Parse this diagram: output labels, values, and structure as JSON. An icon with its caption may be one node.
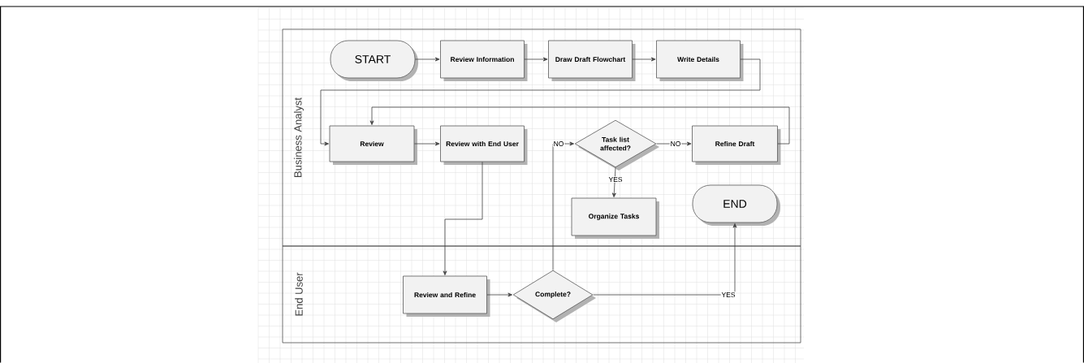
{
  "diagram": {
    "nodes": [
      {
        "text": [
          "Business Analyst"
        ]
      },
      {
        "text": [
          "START"
        ],
        "in": 0
      },
      {
        "text": [
          "Review Information"
        ],
        "in": 0
      },
      {
        "text": [
          "Draw Draft Flowchart"
        ],
        "in": 0
      },
      {
        "text": [
          "Write Details"
        ],
        "in": 0
      },
      {
        "text": [
          "Review"
        ],
        "in": 0
      },
      {
        "text": [
          "Review with End User"
        ],
        "in": 0
      },
      {
        "text": [
          "Task list affected?"
        ],
        "in": 0
      },
      {
        "text": [
          "Refine Draft"
        ],
        "in": 0
      },
      {
        "text": [
          "Organize Tasks"
        ],
        "in": 0
      },
      {
        "text": [
          "END"
        ],
        "in": 0
      },
      {
        "text": [
          "End User"
        ]
      },
      {
        "text": [
          "Review and Refine"
        ],
        "in": 11
      },
      {
        "text": [
          "Complete?"
        ],
        "in": 11
      }
    ],
    "edges": [
      {
        "from": 1,
        "to": 2,
        "arrow": "to"
      },
      {
        "from": 2,
        "to": 3,
        "arrow": "to"
      },
      {
        "from": 3,
        "to": 4,
        "arrow": "to"
      },
      {
        "from": 4,
        "to": 5,
        "arrow": "to"
      },
      {
        "from": 5,
        "to": 6,
        "arrow": "to"
      },
      {
        "from": 6,
        "to": 12,
        "arrow": "to"
      },
      {
        "from": 12,
        "to": 13,
        "arrow": "to"
      },
      {
        "from": 13,
        "to": 7,
        "arrow": "to",
        "label": "NO"
      },
      {
        "from": 7,
        "to": 8,
        "arrow": "to",
        "label": "NO"
      },
      {
        "from": 7,
        "to": 9,
        "arrow": "to",
        "label": "YES"
      },
      {
        "from": 8,
        "to": 5,
        "arrow": "to"
      },
      {
        "from": 13,
        "to": 10,
        "arrow": "to",
        "label": "YES"
      }
    ]
  }
}
